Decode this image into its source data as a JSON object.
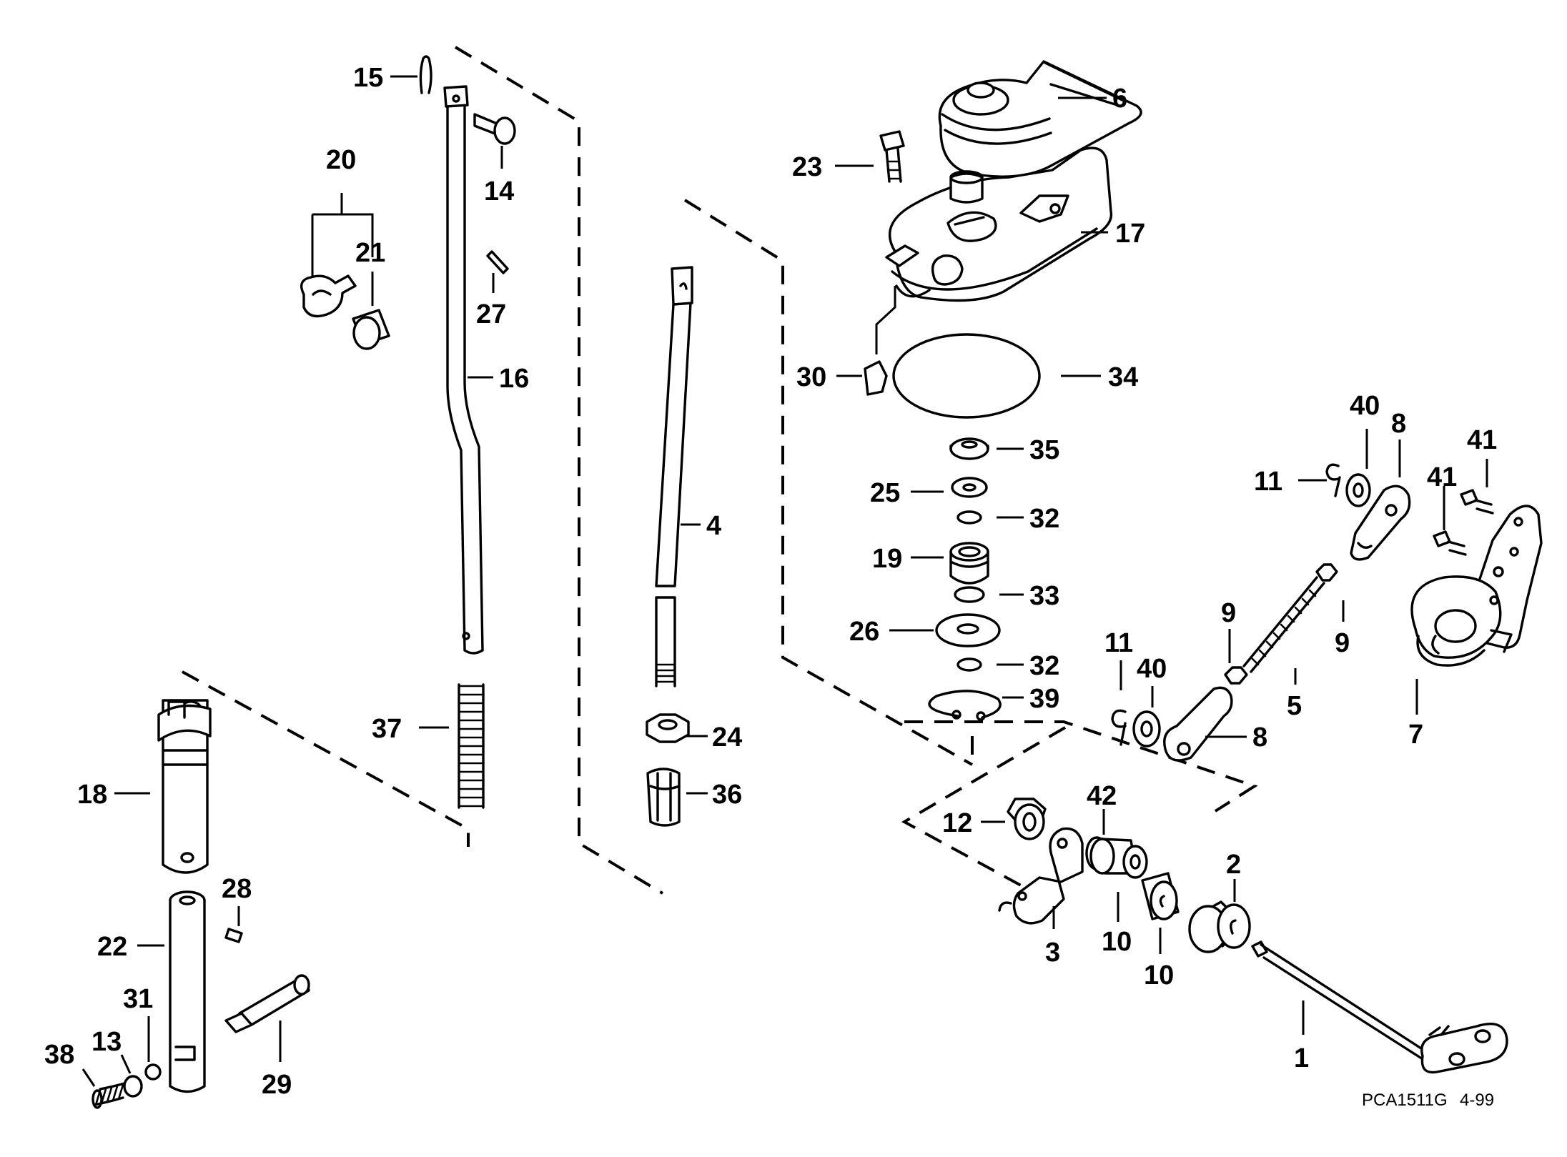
{
  "figure_code": "PCA1511G",
  "figure_date": "4-99",
  "callouts": {
    "c1": "1",
    "c2": "2",
    "c3": "3",
    "c4": "4",
    "c5": "5",
    "c6": "6",
    "c7": "7",
    "c8a": "8",
    "c8b": "8",
    "c9a": "9",
    "c9b": "9",
    "c10a": "10",
    "c10b": "10",
    "c11a": "11",
    "c11b": "11",
    "c12": "12",
    "c13": "13",
    "c14": "14",
    "c15": "15",
    "c16": "16",
    "c17": "17",
    "c18": "18",
    "c19": "19",
    "c20": "20",
    "c21": "21",
    "c22": "22",
    "c23": "23",
    "c24": "24",
    "c25": "25",
    "c26": "26",
    "c27": "27",
    "c28": "28",
    "c29": "29",
    "c30": "30",
    "c31": "31",
    "c32a": "32",
    "c32b": "32",
    "c33": "33",
    "c34": "34",
    "c35": "35",
    "c36": "36",
    "c37": "37",
    "c38": "38",
    "c39": "39",
    "c40a": "40",
    "c40b": "40",
    "c41a": "41",
    "c41b": "41",
    "c42": "42"
  }
}
